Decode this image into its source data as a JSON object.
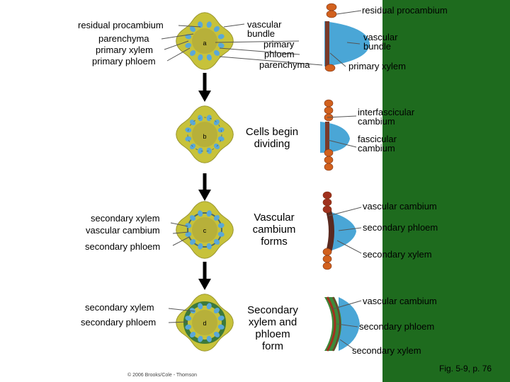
{
  "labels": {
    "top_right": "residual procambium",
    "a_left": [
      "residual procambium",
      "parenchyma",
      "primary xylem",
      "primary phloem"
    ],
    "a_mid": [
      "vascular",
      "bundle",
      "primary",
      "phloem",
      "parenchyma"
    ],
    "a_right": [
      "vascular",
      "bundle",
      "primary xylem"
    ],
    "b_right": [
      "interfascicular",
      "cambium",
      "fascicular",
      "cambium"
    ],
    "c_left": [
      "secondary xylem",
      "vascular cambium",
      "secondary phloem"
    ],
    "c_right": [
      "vascular cambium",
      "secondary phloem",
      "secondary xylem"
    ],
    "d_left": [
      "secondary xylem",
      "secondary phloem"
    ],
    "d_right": [
      "vascular cambium",
      "secondary phloem",
      "secondary xylem"
    ]
  },
  "captions": {
    "b": [
      "Cells begin",
      "dividing"
    ],
    "c": [
      "Vascular",
      "cambium",
      "forms"
    ],
    "d": [
      "Secondary",
      "xylem and",
      "phloem",
      "form"
    ]
  },
  "stage_letters": [
    "a",
    "b",
    "c",
    "d"
  ],
  "credit": "© 2006 Brooks/Cole - Thomson",
  "figure_ref": "Fig. 5-9, p. 76",
  "colors": {
    "background": "#1e6b1e",
    "panel": "#ffffff",
    "stem": "#c7c23a",
    "pith": "#b7b03a",
    "bundle": "#5aa8d8",
    "ring": "#4a6a6a",
    "procambium": "#d2611e",
    "cambium": "#a0311e"
  }
}
